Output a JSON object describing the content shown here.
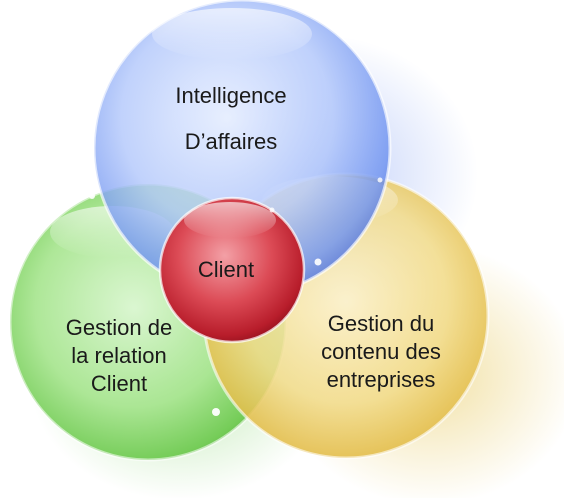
{
  "diagram": {
    "circles": [
      {
        "id": "blue",
        "lines": [
          "Intelligence",
          "D’affaires"
        ],
        "color": "#7d9ff5"
      },
      {
        "id": "green",
        "lines": [
          "Gestion de",
          "la relation",
          "Client"
        ],
        "color": "#7ed66a"
      },
      {
        "id": "yellow",
        "lines": [
          "Gestion du",
          "contenu des",
          "entreprises"
        ],
        "color": "#e9c85a"
      },
      {
        "id": "red",
        "lines": [
          "Client"
        ],
        "color": "#c42a36"
      }
    ]
  }
}
